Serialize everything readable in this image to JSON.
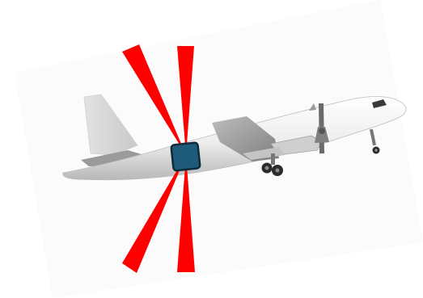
{
  "colors": {
    "background": "#ffffff",
    "photo_panel": "#fbfbfb",
    "fuselage_light": "#ffffff",
    "fuselage_mid": "#e6e6e6",
    "fuselage_shadow": "#b9b9b9",
    "wing": "#a9a9a9",
    "wing_dark": "#7b7b7b",
    "gear": "#2b2b2b",
    "window": "#3a3a3a",
    "marker_fill": "#1e5a7a",
    "marker_stroke": "#0e2b3a",
    "wedge": "#ff0000"
  },
  "icons": [
    "aircraft-silhouette",
    "red-wedge-pointer",
    "highlight-marker"
  ]
}
